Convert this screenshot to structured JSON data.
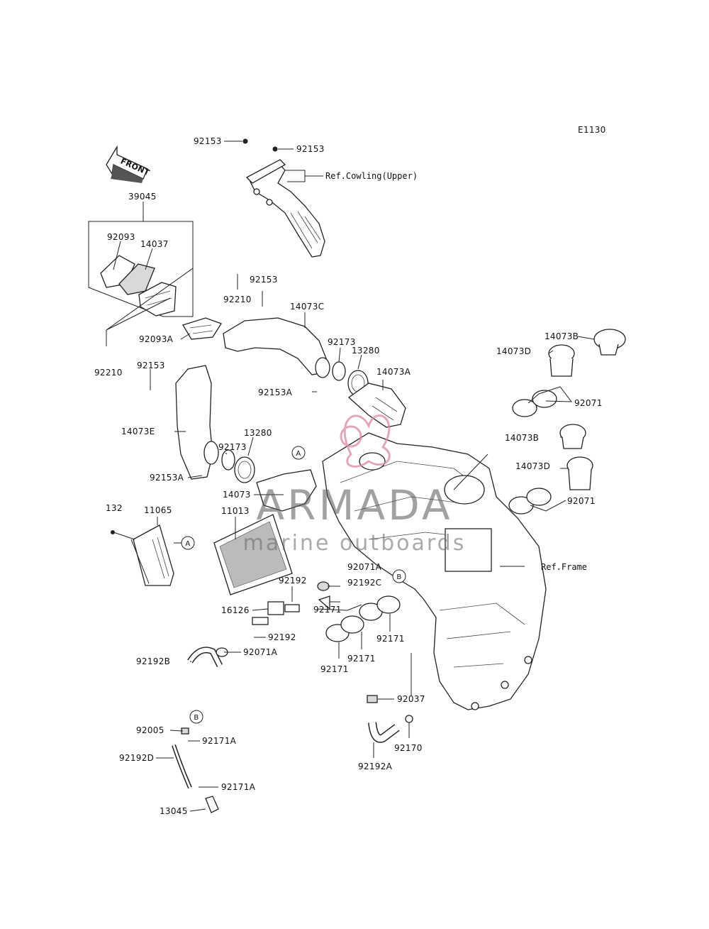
{
  "diagram_code": "E1130",
  "watermark": {
    "brand": "ARMADA",
    "tagline": "marine outboards",
    "accent": "#d88aa8"
  },
  "front_arrow": "FRONT",
  "callouts": {
    "A": "A",
    "B": "B"
  },
  "refs": {
    "cowling": "Ref.Cowling(Upper)",
    "frame": "Ref.Frame"
  },
  "parts": {
    "p92153_a": "92153",
    "p92153_b": "92153",
    "p39045": "39045",
    "p92093": "92093",
    "p14037": "14037",
    "p92210_a": "92210",
    "p92153_c": "92153",
    "p14073C": "14073C",
    "p92093A": "92093A",
    "p92210_b": "92210",
    "p92153_d": "92153",
    "p92173_a": "92173",
    "p13280_a": "13280",
    "p14073A": "14073A",
    "p92153A_a": "92153A",
    "p14073E": "14073E",
    "p92173_b": "92173",
    "p13280_b": "13280",
    "p92153A_b": "92153A",
    "p14073": "14073",
    "p14073B_a": "14073B",
    "p14073D_a": "14073D",
    "p92071_a": "92071",
    "p14073B_b": "14073B",
    "p14073D_b": "14073D",
    "p92071_b": "92071",
    "p132": "132",
    "p11065": "11065",
    "p11013": "11013",
    "p92071A_a": "92071A",
    "p92192C": "92192C",
    "p92192_a": "92192",
    "p16126": "16126",
    "p92192_b": "92192",
    "p92171_a": "92171",
    "p92171_b": "92171",
    "p92171_c": "92171",
    "p92171_d": "92171",
    "p92071A_b": "92071A",
    "p92192B": "92192B",
    "p92037": "92037",
    "p92170": "92170",
    "p92192A": "92192A",
    "p92005": "92005",
    "p92171A_a": "92171A",
    "p92192D": "92192D",
    "p92171A_b": "92171A",
    "p13045": "13045"
  }
}
